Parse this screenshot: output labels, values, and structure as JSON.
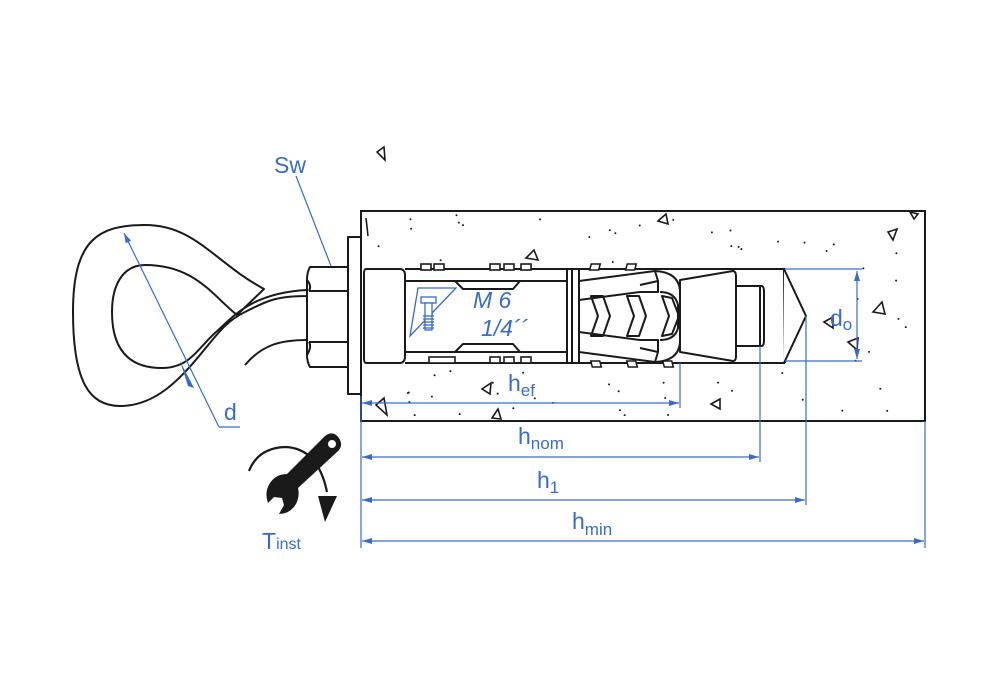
{
  "diagram": {
    "title": "Eye-hook expansion anchor installation drawing",
    "accent_color": "#3b6cc0",
    "line_color": "#1a1a1a",
    "labels": {
      "sw": "Sw",
      "d": "d",
      "d0": {
        "main": "d",
        "sub": "o"
      },
      "hef": {
        "main": "h",
        "sub": "ef"
      },
      "hnom": {
        "main": "h",
        "sub": "nom"
      },
      "h1": {
        "main": "h",
        "sub": "1"
      },
      "hmin": {
        "main": "h",
        "sub": "min"
      },
      "tinst": {
        "main": "T",
        "sub": "inst"
      }
    },
    "sleeve_marking": {
      "size": "M 6",
      "imperial": "1/4´´"
    },
    "icons": {
      "bolt": "bolt-icon",
      "wrench": "wrench-icon",
      "rotation_arrow": "rotation-arrow-icon"
    }
  }
}
